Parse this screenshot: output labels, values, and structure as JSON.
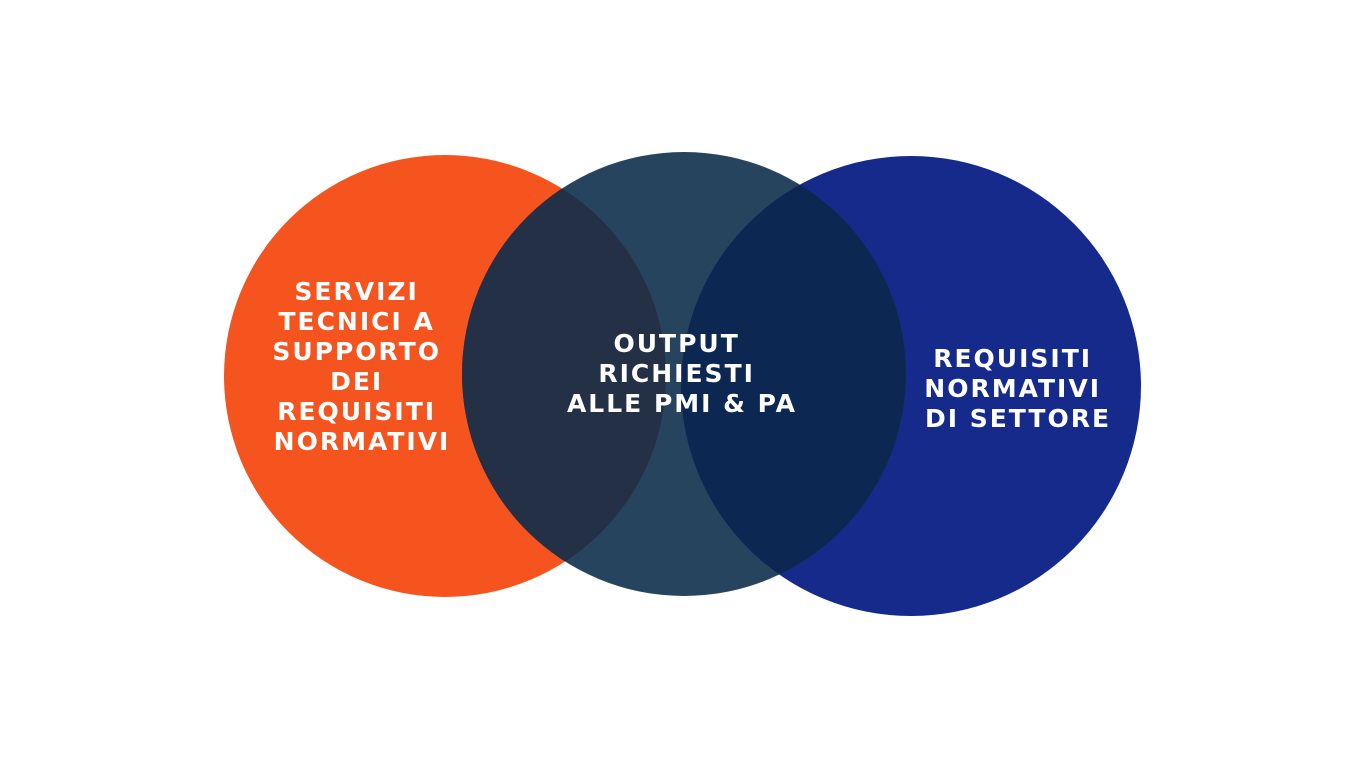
{
  "diagram": {
    "type": "venn",
    "circles": [
      {
        "id": "left",
        "color": "#f5541f",
        "lines": [
          "SERVIZI",
          "TECNICI A",
          "SUPPORTO",
          "DEI",
          "REQUISITI",
          "NORMATIVI"
        ]
      },
      {
        "id": "center",
        "color": "#27445f",
        "lines": [
          "OUTPUT",
          "RICHIESTI",
          "ALLE PMI & PA"
        ]
      },
      {
        "id": "right",
        "color": "#162a8c",
        "lines": [
          "REQUISITI",
          "NORMATIVI",
          "DI SETTORE"
        ]
      }
    ],
    "overlap_colors": {
      "left_center": "#233046",
      "center_right": "#0c2852"
    },
    "background": "#ffffff"
  }
}
